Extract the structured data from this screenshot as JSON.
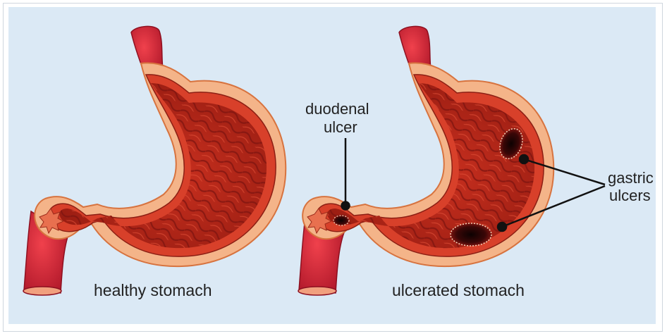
{
  "figure": {
    "left_caption": "healthy stomach",
    "right_caption": "ulcerated stomach",
    "callouts": {
      "duodenal_line1": "duodenal",
      "duodenal_line2": "ulcer",
      "gastric_line1": "gastric",
      "gastric_line2": "ulcers"
    }
  },
  "colors": {
    "background": "#dbe9f5",
    "outer_wall": "#f4b489",
    "muscle": "#d8402a",
    "lumen": "#b3261a",
    "folds": "#7d1410",
    "esophagus": "#d72433",
    "ulcer": "#1c0505",
    "pointer": "#111111"
  },
  "icons": [
    "healthy-stomach-illustration",
    "ulcerated-stomach-illustration"
  ]
}
